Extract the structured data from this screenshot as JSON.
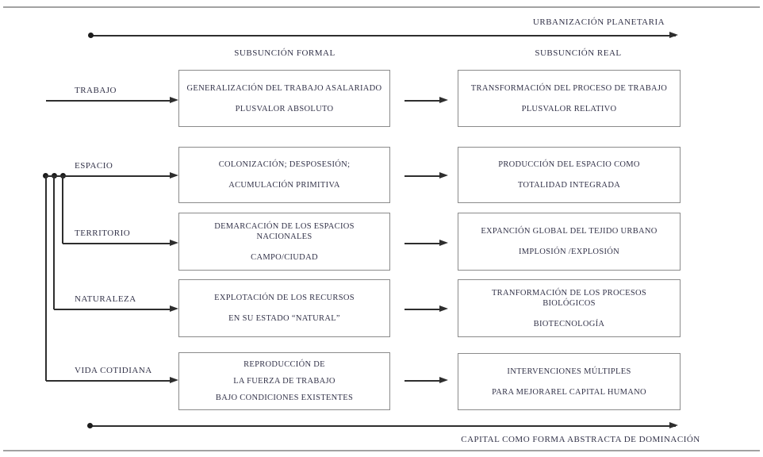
{
  "axes": {
    "top_label": "URBANIZACIÓN PLANETARIA",
    "bottom_label": "CAPITAL COMO FORMA ABSTRACTA DE DOMINACIÓN"
  },
  "columns": {
    "left_header": "SUBSUNCIÓN FORMAL",
    "right_header": "SUBSUNCIÓN REAL"
  },
  "rows": [
    {
      "label": "TRABAJO",
      "left": [
        "GENERALIZACIÓN DEL TRABAJO ASALARIADO",
        "PLUSVALOR ABSOLUTO"
      ],
      "right": [
        "TRANSFORMACIÓN DEL PROCESO DE TRABAJO",
        "PLUSVALOR RELATIVO"
      ]
    },
    {
      "label": "ESPACIO",
      "left": [
        "COLONIZACIÓN; DESPOSESIÓN;",
        "ACUMULACIÓN PRIMITIVA"
      ],
      "right": [
        "PRODUCCIÓN DEL ESPACIO COMO",
        "TOTALIDAD INTEGRADA"
      ]
    },
    {
      "label": "TERRITORIO",
      "left": [
        "DEMARCACIÓN DE LOS ESPACIOS NACIONALES",
        "CAMPO/CIUDAD"
      ],
      "right": [
        "EXPANCIÓN GLOBAL DEL TEJIDO URBANO",
        "IMPLOSIÓN /EXPLOSIÓN"
      ]
    },
    {
      "label": "NATURALEZA",
      "left": [
        "EXPLOTACIÓN DE LOS RECURSOS",
        "EN SU ESTADO “NATURAL”"
      ],
      "right": [
        "TRANFORMACIÓN DE LOS PROCESOS BIOLÓGICOS",
        "BIOTECNOLOGÍA"
      ]
    },
    {
      "label": "VIDA COTIDIANA",
      "left": [
        "REPRODUCCIÓN DE",
        "LA FUERZA DE TRABAJO",
        "BAJO CONDICIONES EXISTENTES"
      ],
      "right": [
        "INTERVENCIONES MÚLTIPLES",
        "PARA MEJORAREL CAPITAL HUMANO"
      ]
    }
  ],
  "colors": {
    "text": "#333349",
    "arrow_line": "#2e2e2e",
    "box_border": "#8b8b8b",
    "page_rule": "#a2a2a2",
    "background": "#ffffff"
  }
}
